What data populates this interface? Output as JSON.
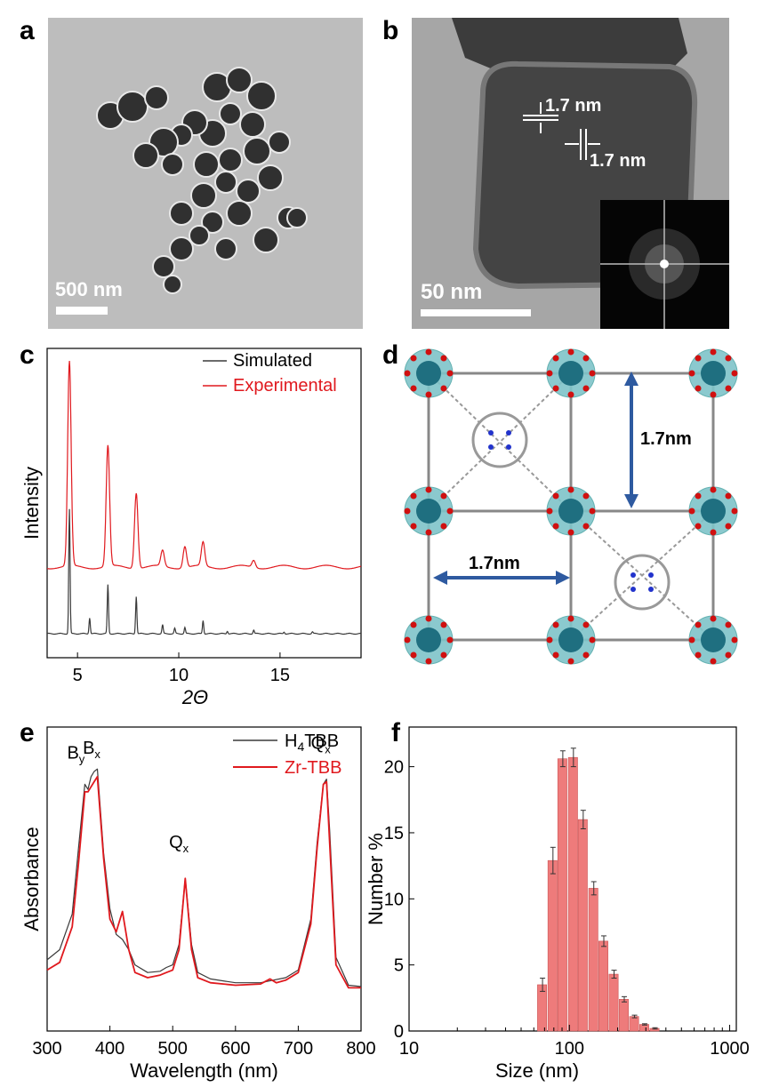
{
  "panels": {
    "a": {
      "letter": "a",
      "scale_label": "500 nm"
    },
    "b": {
      "letter": "b",
      "scale_label": "50 nm",
      "lattice_labels": [
        "1.7 nm",
        "1.7 nm"
      ]
    },
    "c": {
      "letter": "c"
    },
    "d": {
      "letter": "d",
      "pore_labels": [
        "1.7nm",
        "1.7nm"
      ]
    },
    "e": {
      "letter": "e"
    },
    "f": {
      "letter": "f"
    }
  },
  "colors": {
    "black_series": "#3a3a3a",
    "red_series": "#e0191e",
    "bar_fill": "#ee7b7b",
    "zr_teal": "#7fc4c9",
    "arrow_blue": "#2e5aa0"
  },
  "chart_data": [
    {
      "id": "c",
      "type": "line",
      "xlabel": "2Θ",
      "ylabel": "Intensity",
      "xlim": [
        3.5,
        19
      ],
      "xticks": [
        5,
        10,
        15
      ],
      "series": [
        {
          "name": "Simulated",
          "color": "#3a3a3a",
          "baseline": 0,
          "peaks": [
            [
              4.6,
              140
            ],
            [
              5.6,
              18
            ],
            [
              6.5,
              55
            ],
            [
              7.9,
              42
            ],
            [
              9.2,
              10
            ],
            [
              9.8,
              6
            ],
            [
              10.3,
              7
            ],
            [
              11.2,
              15
            ],
            [
              12.4,
              3
            ],
            [
              13.7,
              4
            ],
            [
              15.2,
              2
            ],
            [
              16.6,
              2
            ]
          ]
        },
        {
          "name": "Experimental",
          "color": "#e0191e",
          "baseline": 75,
          "peaks": [
            [
              4.6,
              230
            ],
            [
              6.5,
              136
            ],
            [
              7.9,
              85
            ],
            [
              9.2,
              18
            ],
            [
              10.3,
              24
            ],
            [
              11.2,
              27
            ],
            [
              13.7,
              8
            ]
          ]
        }
      ]
    },
    {
      "id": "e",
      "type": "line",
      "xlabel": "Wavelength (nm)",
      "ylabel": "Absorbance",
      "xlim": [
        300,
        800
      ],
      "xticks": [
        300,
        400,
        500,
        600,
        700,
        800
      ],
      "series": [
        {
          "name": "H4TBB",
          "color": "#3a3a3a",
          "x": [
            300,
            320,
            340,
            350,
            360,
            365,
            370,
            375,
            380,
            390,
            400,
            410,
            420,
            430,
            440,
            460,
            480,
            490,
            500,
            510,
            520,
            530,
            540,
            560,
            600,
            640,
            660,
            680,
            700,
            720,
            730,
            740,
            745,
            750,
            760,
            780,
            800
          ],
          "y": [
            0.14,
            0.18,
            0.32,
            0.58,
            0.83,
            0.81,
            0.86,
            0.88,
            0.89,
            0.56,
            0.34,
            0.24,
            0.22,
            0.18,
            0.12,
            0.09,
            0.095,
            0.11,
            0.12,
            0.2,
            0.46,
            0.2,
            0.09,
            0.065,
            0.05,
            0.05,
            0.06,
            0.07,
            0.1,
            0.3,
            0.6,
            0.83,
            0.85,
            0.65,
            0.15,
            0.04,
            0.035
          ]
        },
        {
          "name": "Zr-TBB",
          "color": "#e0191e",
          "x": [
            300,
            320,
            340,
            350,
            360,
            365,
            370,
            375,
            380,
            390,
            400,
            410,
            420,
            430,
            440,
            460,
            480,
            490,
            500,
            510,
            520,
            530,
            540,
            560,
            600,
            640,
            655,
            665,
            680,
            700,
            720,
            730,
            740,
            745,
            750,
            760,
            780,
            800
          ],
          "y": [
            0.1,
            0.13,
            0.27,
            0.52,
            0.8,
            0.8,
            0.82,
            0.84,
            0.86,
            0.54,
            0.3,
            0.25,
            0.33,
            0.18,
            0.09,
            0.07,
            0.08,
            0.09,
            0.1,
            0.18,
            0.46,
            0.18,
            0.07,
            0.05,
            0.04,
            0.045,
            0.065,
            0.05,
            0.06,
            0.09,
            0.28,
            0.58,
            0.83,
            0.84,
            0.6,
            0.12,
            0.03,
            0.03
          ]
        }
      ],
      "annotations": [
        {
          "text": "B",
          "sub": "y",
          "x": 360,
          "y": 0.93
        },
        {
          "text": "B",
          "sub": "x",
          "x": 385,
          "y": 0.95
        },
        {
          "text": "Q",
          "sub": "x",
          "x": 524,
          "y": 0.58
        },
        {
          "text": "Q",
          "sub": "x",
          "x": 750,
          "y": 0.97
        }
      ]
    },
    {
      "id": "f",
      "type": "bar",
      "xlabel": "Size (nm)",
      "ylabel": "Number %",
      "xscale": "log",
      "xlim": [
        10,
        1100
      ],
      "ylim": [
        0,
        23
      ],
      "xticks": [
        10,
        100,
        1000
      ],
      "yticks": [
        0,
        5,
        10,
        15,
        20
      ],
      "x": [
        68,
        79,
        91,
        106,
        122,
        142,
        164,
        190,
        220,
        255,
        295,
        342
      ],
      "values": [
        3.5,
        12.9,
        20.6,
        20.7,
        16.0,
        10.8,
        6.8,
        4.3,
        2.4,
        1.1,
        0.5,
        0.2
      ],
      "errors": [
        0.5,
        1.0,
        0.6,
        0.7,
        0.7,
        0.5,
        0.4,
        0.3,
        0.2,
        0.1,
        0.05,
        0.05
      ]
    }
  ]
}
